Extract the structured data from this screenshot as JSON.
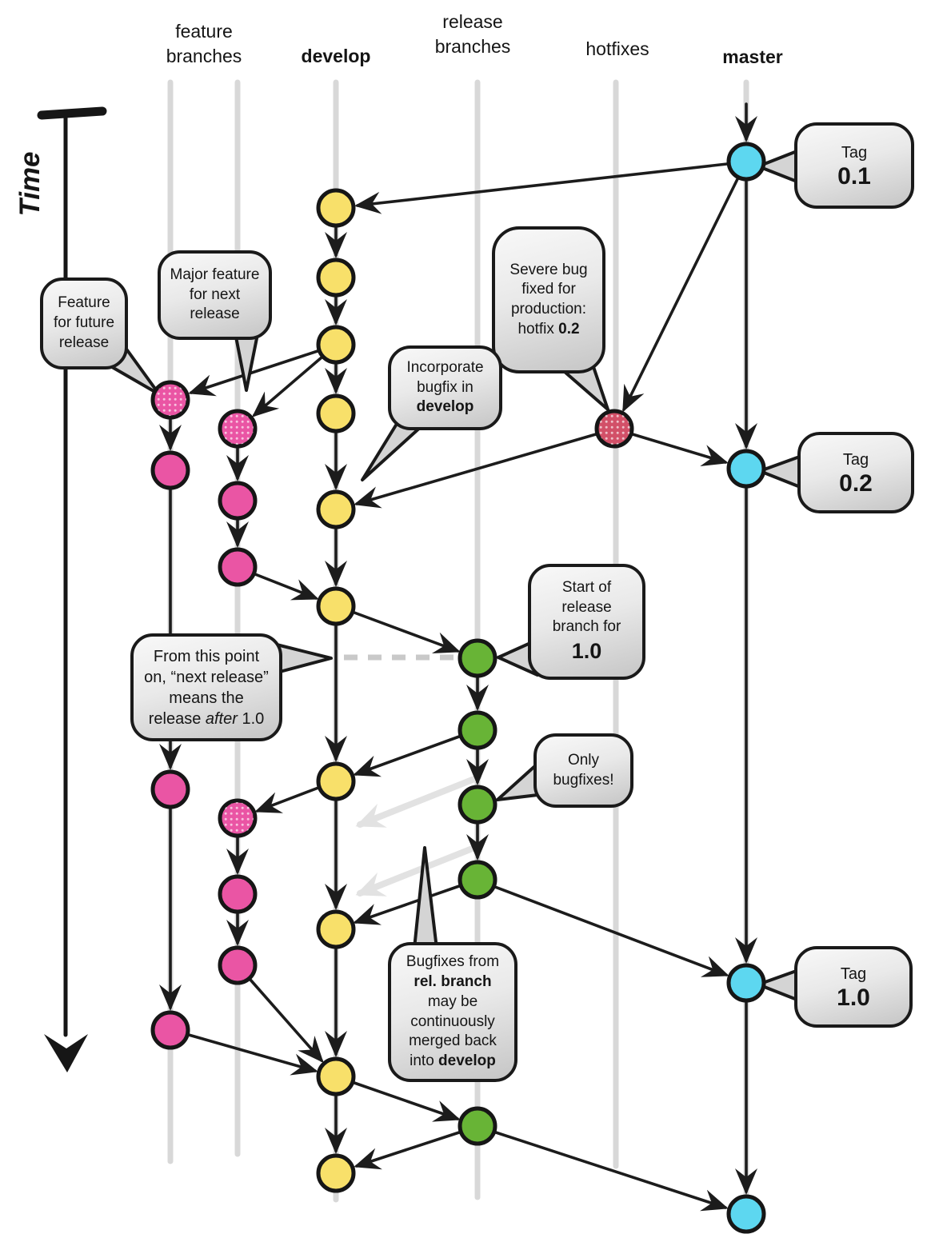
{
  "time_label": "Time",
  "columns": {
    "feature": {
      "line1": "feature",
      "line2": "branches"
    },
    "develop": {
      "label": "develop"
    },
    "release": {
      "line1": "release",
      "line2": "branches"
    },
    "hotfixes": {
      "label": "hotfixes"
    },
    "master": {
      "label": "master"
    }
  },
  "bubbles": {
    "tag_0_1": {
      "label": "Tag",
      "version": "0.1"
    },
    "major_feature": {
      "text": "Major feature for next release"
    },
    "future_feature": {
      "text": "Feature for future release"
    },
    "severe_bug": {
      "text": "Severe bug fixed for production: hotfix ",
      "bold": "0.2"
    },
    "incorporate_bugfix": {
      "text": "Incorporate bugfix in ",
      "bold": "develop"
    },
    "tag_0_2": {
      "label": "Tag",
      "version": "0.2"
    },
    "start_release": {
      "text": "Start of release branch for",
      "bold": "1.0"
    },
    "from_this_point": {
      "text": "From this point on, “next release” means the release ",
      "italic": "after",
      "text_after": " 1.0"
    },
    "only_bugfixes": {
      "text": "Only bugfixes!"
    },
    "bugfixes_merged": {
      "text1": "Bugfixes from ",
      "bold1": "rel. branch",
      "text2": " may be continuously merged back into ",
      "bold2": "develop"
    },
    "tag_1_0": {
      "label": "Tag",
      "version": "1.0"
    }
  },
  "colors": {
    "develop": "#f8e06a",
    "feature": "#ea55a4",
    "release": "#68b436",
    "master": "#5dd7f0",
    "hotfix": "#d25068",
    "lane": "#d8d8d8",
    "edge": "#1c1c1c",
    "ghost": "#e2e2e2",
    "dash": "#c9c9c9",
    "bubble_top": "#f8f8f8",
    "bubble_mid": "#e9e9e9",
    "bubble_bottom": "#c6c6c6"
  }
}
